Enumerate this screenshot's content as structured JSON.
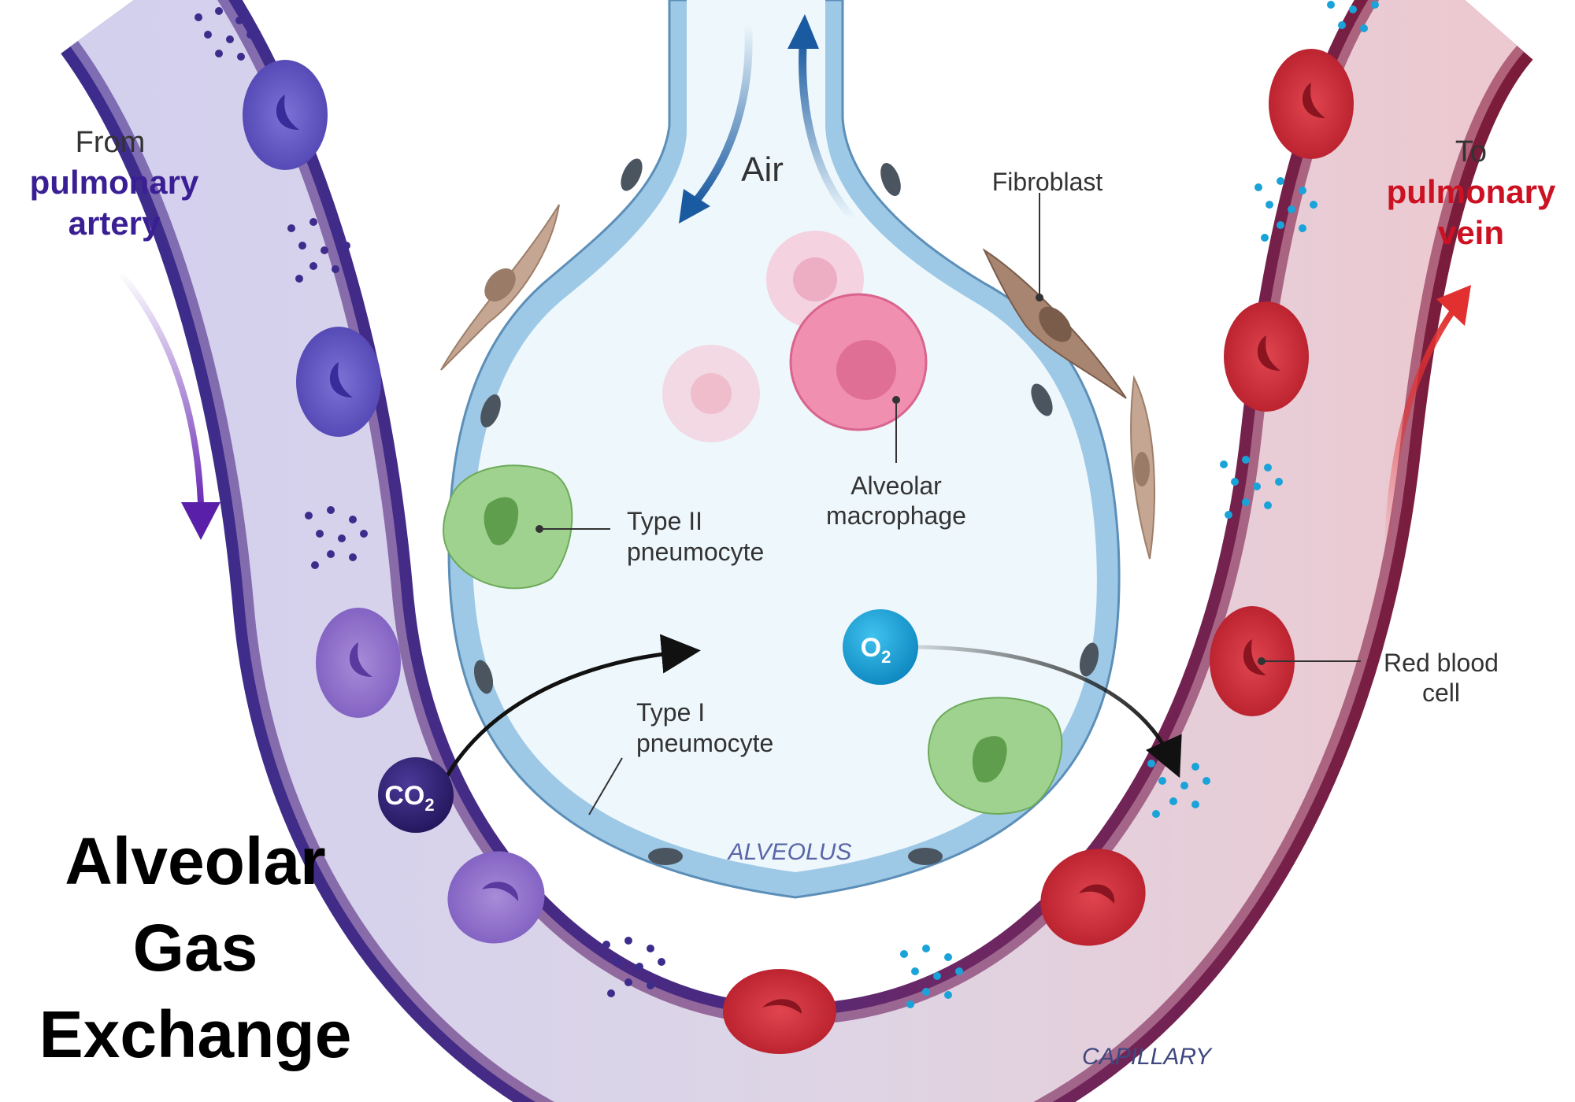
{
  "title": [
    "Alveolar",
    "Gas",
    "Exchange"
  ],
  "artery_label": {
    "from": "From",
    "line1": "pulmonary",
    "line2": "artery"
  },
  "vein_label": {
    "to": "To",
    "line1": "pulmonary",
    "line2": "vein"
  },
  "air_label": "Air",
  "labels": {
    "fibroblast": "Fibroblast",
    "alveolar_macrophage": [
      "Alveolar",
      "macrophage"
    ],
    "type_ii": [
      "Type II",
      "pneumocyte"
    ],
    "type_i": [
      "Type I",
      "pneumocyte"
    ],
    "red_blood_cell": [
      "Red blood",
      "cell"
    ],
    "alveolus": "ALVEOLUS",
    "capillary": "CAPILLARY"
  },
  "molecules": {
    "co2": {
      "base": "CO",
      "sub": "2"
    },
    "o2": {
      "base": "O",
      "sub": "2"
    }
  },
  "colors": {
    "artery": "#3f2d8a",
    "vein": "#7a1f3d",
    "artery_text": "#3a1f94",
    "vein_text": "#cc1122",
    "oxygen": "#1aa3d9",
    "co2_molecule": "#2e1f6e",
    "alveolus_fill": "#eef8fc",
    "epithelium": "#9ec9e6",
    "type2": "#9fd28e",
    "macrophage": "#f08fb0"
  },
  "icons": [
    "arrow-down-icon",
    "arrow-up-icon",
    "air-in-arrow-icon",
    "air-out-arrow-icon",
    "diffusion-arrow-icon"
  ]
}
